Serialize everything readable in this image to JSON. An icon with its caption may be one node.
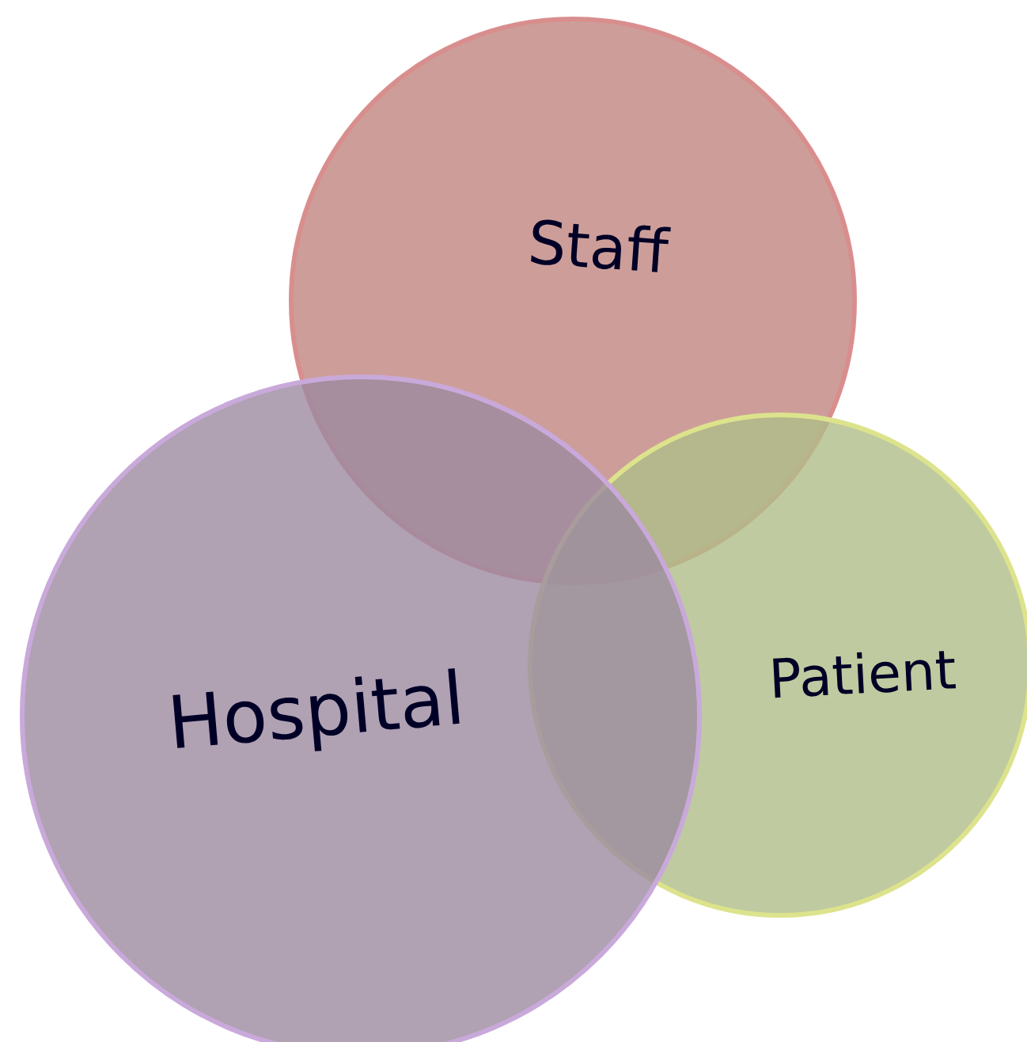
{
  "diagram": {
    "nodes": [
      {
        "text": [
          "Staff"
        ]
      },
      {
        "text": [
          "Hospital"
        ]
      },
      {
        "text": [
          "Patient"
        ]
      }
    ]
  }
}
